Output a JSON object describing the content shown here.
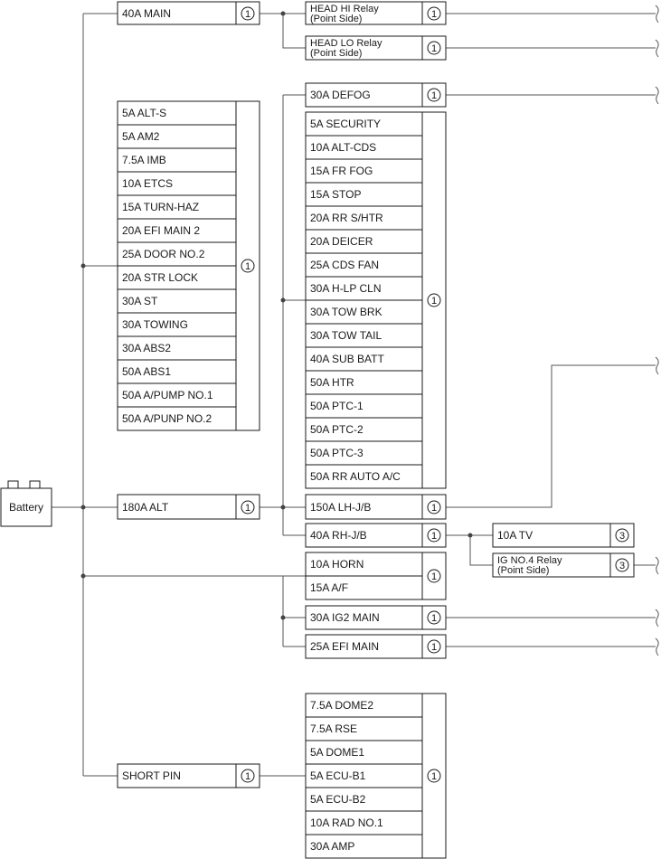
{
  "battery": {
    "label": "Battery"
  },
  "fuses": {
    "main40": "40A MAIN",
    "alt180": "180A ALT",
    "short_pin": "SHORT PIN",
    "head_hi": [
      "HEAD HI Relay",
      "(Point Side)"
    ],
    "head_lo": [
      "HEAD LO Relay",
      "(Point Side)"
    ],
    "defog30": "30A DEFOG",
    "lh_jb": "150A LH-J/B",
    "rh_jb": "40A RH-J/B",
    "tv10": "10A TV",
    "ig4": [
      "IG NO.4 Relay",
      "(Point Side)"
    ],
    "ig2main": "30A IG2 MAIN",
    "efimain": "25A EFI MAIN"
  },
  "groups": {
    "left": [
      "5A ALT-S",
      "5A AM2",
      "7.5A IMB",
      "10A ETCS",
      "15A TURN-HAZ",
      "20A EFI MAIN 2",
      "25A DOOR NO.2",
      "20A STR LOCK",
      "30A ST",
      "30A TOWING",
      "30A ABS2",
      "50A ABS1",
      "50A A/PUMP NO.1",
      "50A A/PUNP NO.2"
    ],
    "mid": [
      "5A SECURITY",
      "10A ALT-CDS",
      "15A FR FOG",
      "15A STOP",
      "20A RR S/HTR",
      "20A DEICER",
      "25A CDS FAN",
      "30A H-LP CLN",
      "30A TOW BRK",
      "30A TOW TAIL",
      "40A SUB BATT",
      "50A HTR",
      "50A PTC-1",
      "50A PTC-2",
      "50A PTC-3",
      "50A RR AUTO A/C"
    ],
    "horn": [
      "10A HORN",
      "15A A/F"
    ],
    "bottom": [
      "7.5A DOME2",
      "7.5A RSE",
      "5A DOME1",
      "5A ECU-B1",
      "5A ECU-B2",
      "10A RAD NO.1",
      "30A AMP"
    ]
  },
  "badges": {
    "one": "1",
    "three": "3"
  }
}
